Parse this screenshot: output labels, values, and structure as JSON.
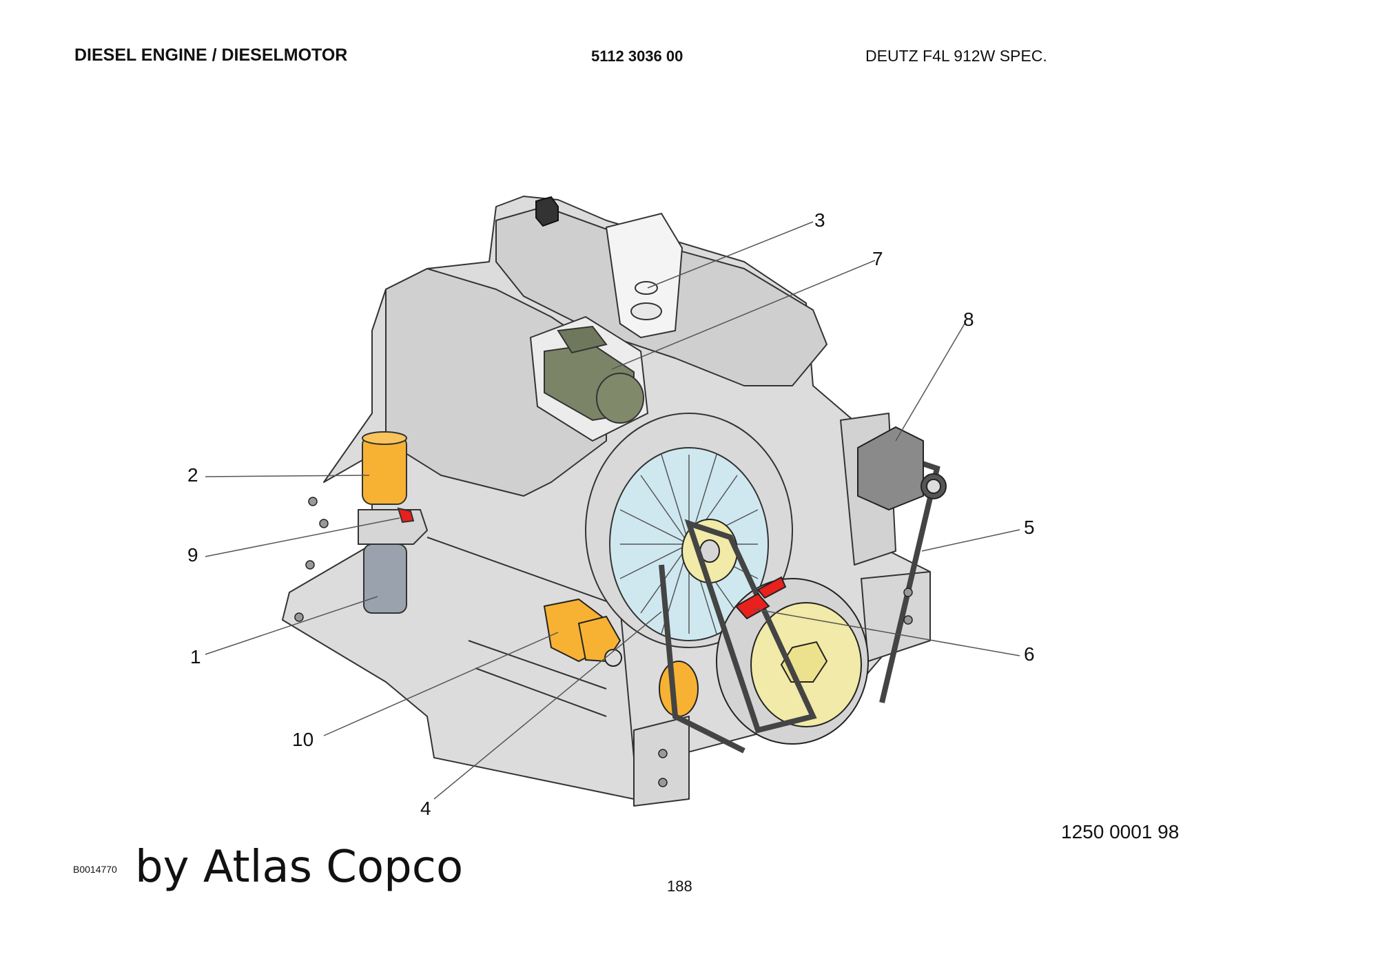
{
  "header": {
    "title": "DIESEL ENGINE / DIESELMOTOR",
    "part_number": "5112 3036 00",
    "model": "DEUTZ F4L 912W SPEC."
  },
  "callouts": [
    "1",
    "2",
    "3",
    "4",
    "5",
    "6",
    "7",
    "8",
    "9",
    "10"
  ],
  "figure_number": "1250 0001 98",
  "image_id": "B0014770",
  "brand": "by Atlas Copco",
  "page_number": "188",
  "colors": {
    "engine_body": "#dcdcdc",
    "fan_cover": "#d8ecf2",
    "highlight_yellow": "#f7b233",
    "highlight_red": "#e8201e",
    "starter_green": "#7b8466",
    "filter_grey": "#9aa3ad",
    "pulley_cream": "#f1eaa8"
  }
}
